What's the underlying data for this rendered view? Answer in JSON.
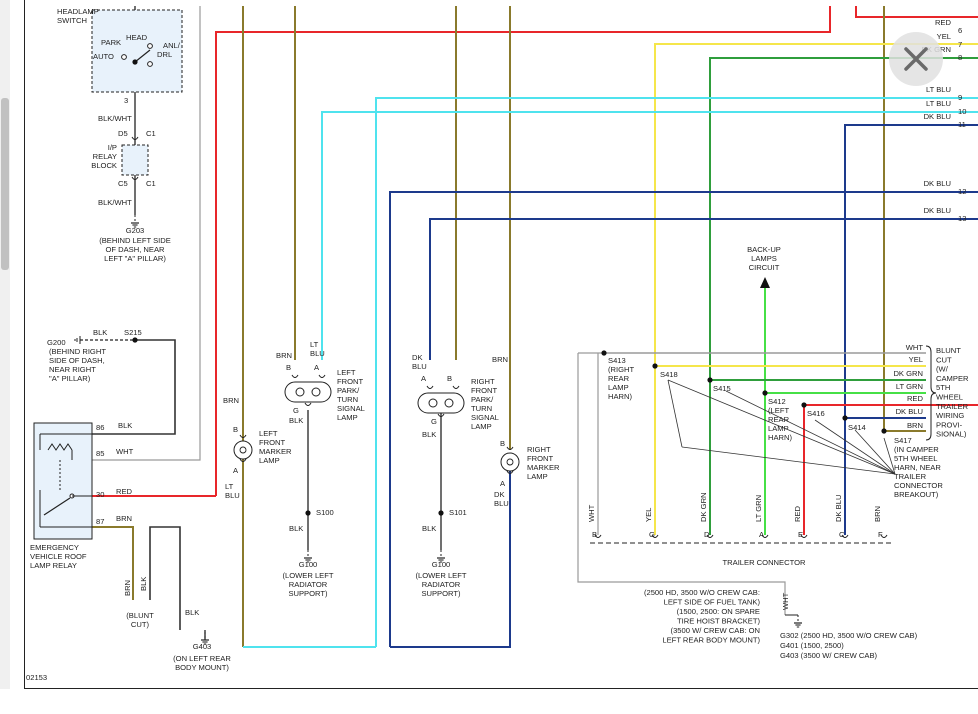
{
  "colors": {
    "red": "#e8262a",
    "yellow": "#f5e64b",
    "green": "#2f9e3c",
    "ltgreen": "#46e046",
    "ltblue": "#4fe3ee",
    "dkblue": "#1d3a8c",
    "brown": "#8a7a2c",
    "gray": "#9a9a9a",
    "black": "#333333"
  },
  "left": {
    "headlamp": [
      "HEADLAMP",
      "SWITCH"
    ],
    "head": "HEAD",
    "park": "PARK",
    "auto": "AUTO",
    "anl": "ANL/",
    "drl": "DRL",
    "pin3": "3",
    "blkwht_1": "BLK/WHT",
    "d5": "D5",
    "c1a": "C1",
    "ip": [
      "I/P",
      "RELAY",
      "BLOCK"
    ],
    "c5": "C5",
    "c1b": "C1",
    "blkwht_2": "BLK/WHT",
    "g203": "G203",
    "g203_desc": [
      "(BEHIND LEFT SIDE",
      "OF DASH, NEAR",
      "LEFT \"A\" PILLAR)"
    ],
    "g200": "G200",
    "g200_desc": [
      "(BEHIND RIGHT",
      "SIDE OF DASH,",
      "NEAR RIGHT",
      "\"A\" PILLAR)"
    ],
    "blk_s215": "BLK",
    "s215": "S215",
    "pin86": "86",
    "blk86": "BLK",
    "pin85": "85",
    "wht85": "WHT",
    "pin30": "30",
    "red30": "RED",
    "pin87": "87",
    "brn87": "BRN",
    "relay": [
      "EMERGENCY",
      "VEHICLE ROOF",
      "LAMP RELAY"
    ],
    "brn_v": "BRN",
    "blk_v": "BLK",
    "blunt": [
      "(BLUNT",
      "CUT)"
    ],
    "blk_g403": "BLK",
    "g403": "G403",
    "g403_desc": [
      "(ON LEFT REAR",
      "BODY MOUNT)"
    ],
    "code": "02153"
  },
  "front": {
    "brn_lfm": "BRN",
    "b_lfm": "B",
    "a_lfm": "A",
    "lfm": [
      "LEFT",
      "FRONT",
      "MARKER",
      "LAMP"
    ],
    "ltblu_lfm": [
      "LT",
      "BLU"
    ],
    "brn_lfp": "BRN",
    "ltblu_lfp": [
      "LT",
      "BLU"
    ],
    "b_lfp": "B",
    "a_lfp": "A",
    "g_lfp": "G",
    "blk_lfp": "BLK",
    "lfp": [
      "LEFT",
      "FRONT",
      "PARK/",
      "TURN",
      "SIGNAL",
      "LAMP"
    ],
    "blk_s100": "BLK",
    "s100": "S100",
    "g100a": "G100",
    "g100a_desc": [
      "(LOWER LEFT",
      "RADIATOR",
      "SUPPORT)"
    ],
    "dkblu_rfp": [
      "DK",
      "BLU"
    ],
    "brn_rfp": "BRN",
    "a_rfp": "A",
    "b_rfp": "B",
    "g_rfp": "G",
    "blk_rfp": "BLK",
    "rfp": [
      "RIGHT",
      "FRONT",
      "PARK/",
      "TURN",
      "SIGNAL",
      "LAMP"
    ],
    "brn_rfm": "BRN",
    "b_rfm": "B",
    "a_rfm": "A",
    "rfm": [
      "RIGHT",
      "FRONT",
      "MARKER",
      "LAMP"
    ],
    "dkblu_rfm": [
      "DK",
      "BLU"
    ],
    "blk_s101": "BLK",
    "s101": "S101",
    "g100b": "G100",
    "g100b_desc": [
      "(LOWER LEFT",
      "RADIATOR",
      "SUPPORT)"
    ]
  },
  "right": {
    "wire_labels": [
      {
        "text": "RED",
        "num": "6"
      },
      {
        "text": "YEL",
        "num": "7"
      },
      {
        "text": "DK GRN",
        "num": "8"
      },
      {
        "text": "LT BLU",
        "num": "9"
      },
      {
        "text": "LT BLU",
        "num": "10"
      },
      {
        "text": "DK BLU",
        "num": "11"
      },
      {
        "text": "DK BLU",
        "num": "12"
      },
      {
        "text": "DK BLU",
        "num": "13"
      }
    ],
    "backup": [
      "BACK-UP",
      "LAMPS",
      "CIRCUIT"
    ],
    "s413": "S413",
    "s413_desc": [
      "(RIGHT",
      "REAR",
      "LAMP",
      "HARN)"
    ],
    "s418": "S418",
    "s415": "S415",
    "s412": "S412",
    "s412_desc": [
      "(LEFT",
      "REAR",
      "LAMP",
      "HARN)"
    ],
    "s416": "S416",
    "s414": "S414",
    "s417": "S417",
    "s417_desc": [
      "(IN CAMPER",
      "5TH WHEEL",
      "HARN, NEAR",
      "TRAILER",
      "CONNECTOR",
      "BREAKOUT)"
    ],
    "bus_labels": [
      "WHT",
      "YEL",
      "DK GRN",
      "LT GRN",
      "RED",
      "DK BLU",
      "BRN"
    ],
    "blunt_cut": [
      "BLUNT",
      "CUT",
      "(W/",
      "CAMPER",
      "5TH",
      "WHEEL",
      "TRAILER",
      "WIRING",
      "PROVI-",
      "SIONAL)"
    ],
    "conn_wires": [
      "WHT",
      "YEL",
      "DK GRN",
      "LT GRN",
      "RED",
      "DK BLU",
      "BRN"
    ],
    "conn_pins": [
      "B",
      "G",
      "D",
      "A",
      "E",
      "C",
      "F"
    ],
    "trailer": "TRAILER CONNECTOR",
    "ground_desc": [
      "(2500 HD, 3500 W/O CREW CAB:",
      "LEFT SIDE OF FUEL TANK)",
      "(1500, 2500: ON SPARE",
      "TIRE HOIST BRACKET)",
      "(3500 W/ CREW CAB: ON",
      "LEFT REAR BODY MOUNT)"
    ],
    "wht_g": "WHT",
    "g302": "G302  (2500 HD, 3500 W/O CREW CAB)",
    "g401": "G401  (1500, 2500)",
    "g403": "G403  (3500 W/ CREW CAB)"
  },
  "ui": {
    "close": "close-icon"
  }
}
